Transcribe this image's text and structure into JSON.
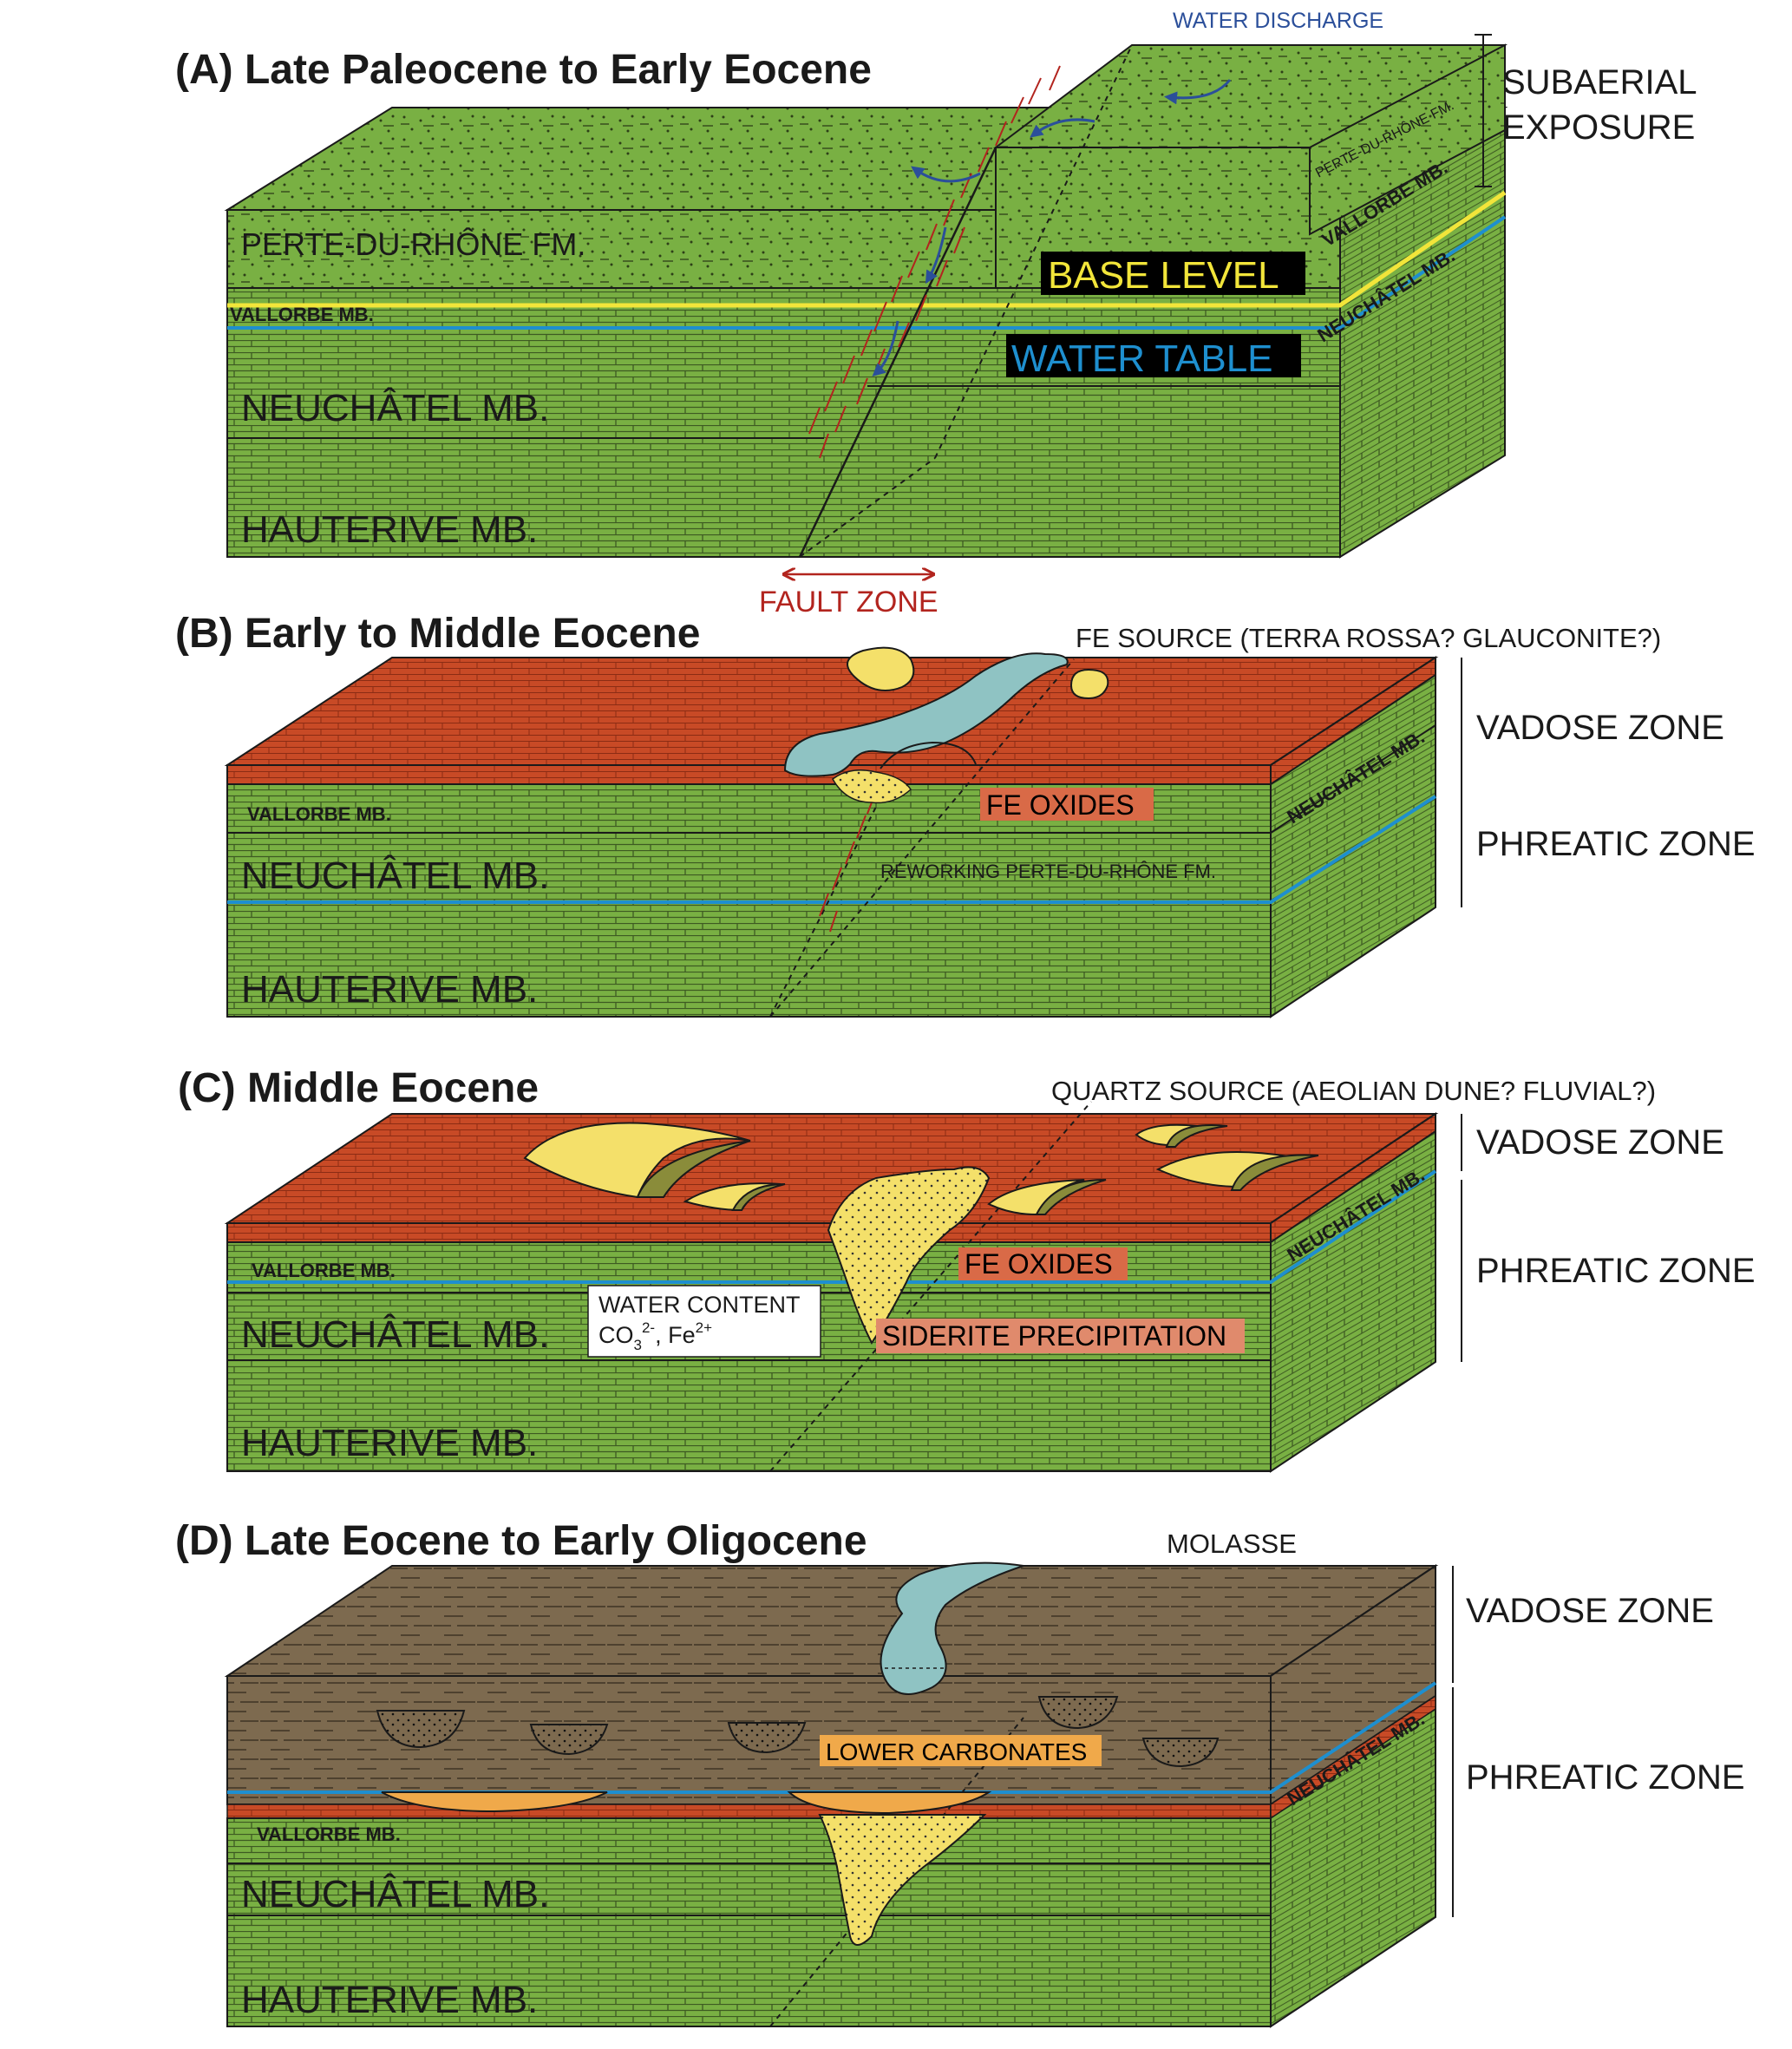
{
  "colors": {
    "limestone_green": "#79b043",
    "bed_line": "#2b3a1c",
    "soil_red": "#c84a26",
    "molasse_brown": "#7d6a4f",
    "water_table_blue": "#1e8fcf",
    "base_level_yellow": "#f2e53a",
    "quartz_yellow": "#f4e06a",
    "channel_teal": "#8fc3c3",
    "fault_red": "#b2241e",
    "fe_oxides_box": "#d96a47",
    "siderite_box": "#e08a6c",
    "lower_carbonates_box": "#f0a94a",
    "arrow_blue": "#2b4f9a"
  },
  "panels": [
    {
      "id": "A",
      "title": "(A) Late Paleocene to Early Eocene",
      "top_label": "WATER DISCHARGE",
      "zone_labels": [
        "SUBAERIAL",
        "EXPOSURE"
      ],
      "front_labels": [
        "PERTE-DU-RHÔNE FM.",
        "VALLORBE MB.",
        "NEUCHÂTEL MB.",
        "HAUTERIVE MB."
      ],
      "side_labels": [
        "PERTE-DU-RHÔNE FM.",
        "VALLORBE MB.",
        "NEUCHÂTEL MB."
      ],
      "boxed_labels": [
        "BASE LEVEL",
        "WATER TABLE"
      ],
      "bottom_label": "FAULT ZONE",
      "icons": [
        "flow-arrow-icon",
        "double-arrow-icon",
        "fracture-lines-icon"
      ]
    },
    {
      "id": "B",
      "title": "(B) Early to Middle Eocene",
      "top_label": "FE SOURCE (TERRA ROSSA? GLAUCONITE?)",
      "zone_labels": [
        "VADOSE ZONE",
        "PHREATIC ZONE"
      ],
      "front_labels": [
        "VALLORBE MB.",
        "NEUCHÂTEL MB.",
        "HAUTERIVE MB."
      ],
      "side_labels": [
        "NEUCHÂTEL MB."
      ],
      "boxed_labels": [
        "FE OXIDES"
      ],
      "annotation": "REWORKING PERTE-DU-RHÔNE FM."
    },
    {
      "id": "C",
      "title": "(C) Middle Eocene",
      "top_label": "QUARTZ SOURCE (AEOLIAN DUNE? FLUVIAL?)",
      "zone_labels": [
        "VADOSE ZONE",
        "PHREATIC ZONE"
      ],
      "front_labels": [
        "VALLORBE MB.",
        "NEUCHÂTEL MB.",
        "HAUTERIVE MB."
      ],
      "side_labels": [
        "NEUCHÂTEL MB."
      ],
      "boxed_labels": [
        "FE OXIDES",
        "SIDERITE PRECIPITATION"
      ],
      "water_box": {
        "line1": "WATER CONTENT",
        "line2_parts": [
          "CO",
          "3",
          "2-",
          ", Fe",
          "2+"
        ]
      }
    },
    {
      "id": "D",
      "title": "(D) Late Eocene to Early Oligocene",
      "top_label": "MOLASSE",
      "zone_labels": [
        "VADOSE ZONE",
        "PHREATIC ZONE"
      ],
      "front_labels": [
        "VALLORBE MB.",
        "NEUCHÂTEL MB.",
        "HAUTERIVE MB."
      ],
      "side_labels": [
        "NEUCHÂTEL MB."
      ],
      "boxed_labels": [
        "LOWER CARBONATES"
      ]
    }
  ]
}
